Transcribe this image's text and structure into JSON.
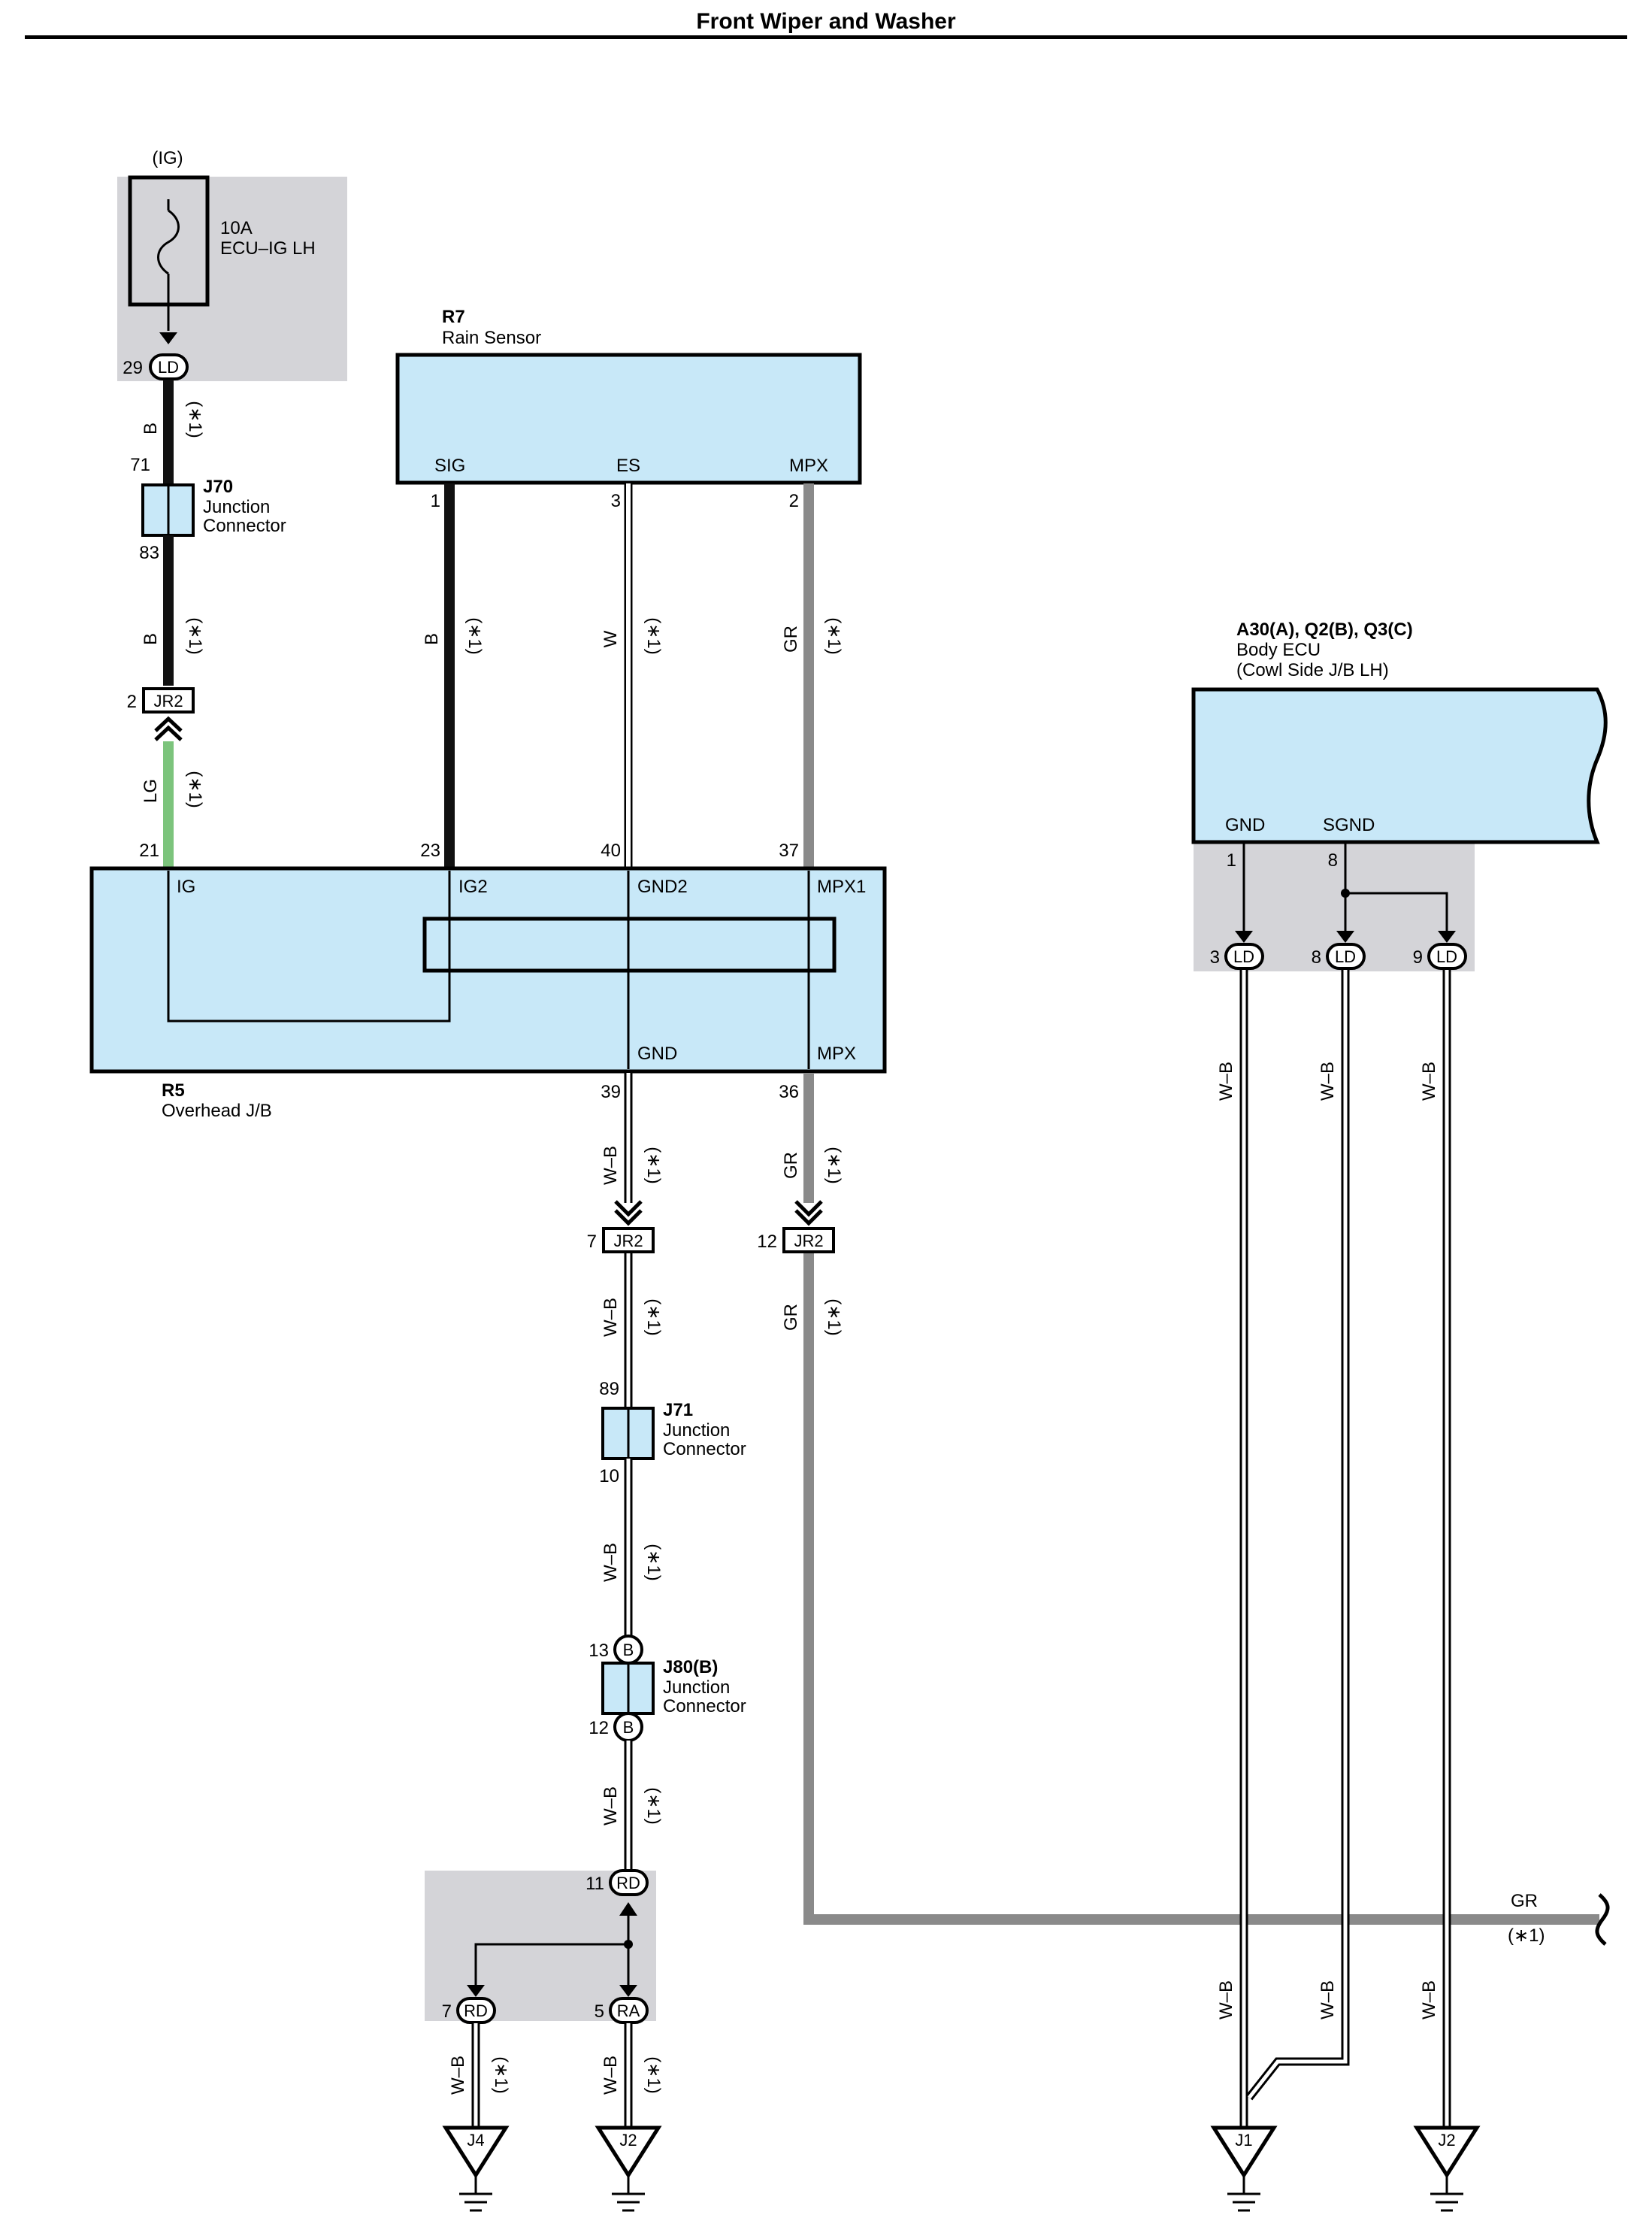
{
  "title": "Front Wiper and Washer",
  "fuse": {
    "supply": "(IG)",
    "rating": "10A",
    "name": "ECU–IG LH"
  },
  "r7": {
    "id": "R7",
    "name": "Rain Sensor",
    "pins": {
      "sig": "SIG",
      "es": "ES",
      "mpx": "MPX"
    },
    "pin_nums": {
      "sig": "1",
      "es": "3",
      "mpx": "2"
    }
  },
  "r5": {
    "id": "R5",
    "name": "Overhead J/B",
    "pins": {
      "ig": "IG",
      "ig2": "IG2",
      "gnd2": "GND2",
      "mpx1": "MPX1",
      "gnd": "GND",
      "mpx": "MPX"
    },
    "pin_nums": {
      "ig": "21",
      "ig2": "23",
      "gnd2": "40",
      "mpx1": "37",
      "gnd": "39",
      "mpx": "36"
    }
  },
  "j70": {
    "id": "J70",
    "line1": "Junction",
    "line2": "Connector",
    "pin_top": "71",
    "pin_bottom": "83"
  },
  "j71": {
    "id": "J71",
    "line1": "Junction",
    "line2": "Connector",
    "pin_top": "89",
    "pin_bottom": "10"
  },
  "j80": {
    "id": "J80(B)",
    "line1": "Junction",
    "line2": "Connector",
    "pin_top": "13",
    "pin_bottom": "12",
    "tag": "B"
  },
  "body_ecu": {
    "id": "A30(A), Q2(B), Q3(C)",
    "name": "Body ECU",
    "location": "(Cowl Side J/B LH)",
    "pins": {
      "gnd": "GND",
      "sgnd": "SGND"
    },
    "pin_nums": {
      "gnd": "1",
      "sgnd": "8"
    }
  },
  "connectors": {
    "ld29": {
      "num": "29",
      "label": "LD"
    },
    "jr2_2": {
      "num": "2",
      "label": "JR2"
    },
    "jr2_7": {
      "num": "7",
      "label": "JR2"
    },
    "jr2_12": {
      "num": "12",
      "label": "JR2"
    },
    "rd11": {
      "num": "11",
      "label": "RD"
    },
    "rd7": {
      "num": "7",
      "label": "RD"
    },
    "ra5": {
      "num": "5",
      "label": "RA"
    },
    "ld3": {
      "num": "3",
      "label": "LD"
    },
    "ld8": {
      "num": "8",
      "label": "LD"
    },
    "ld9": {
      "num": "9",
      "label": "LD"
    }
  },
  "wires": {
    "b": "B",
    "w": "W",
    "gr": "GR",
    "lg": "LG",
    "wb": "W–B",
    "note": "(∗1)"
  },
  "grounds": {
    "j4": "J4",
    "j2": "J2",
    "j1": "J1"
  },
  "colors": {
    "box_fill": "#c8e8f8",
    "shade": "#d4d4d8",
    "wire_lg": "#7cc47c",
    "wire_gr": "#8a8a8a",
    "wire_b": "#111111"
  }
}
